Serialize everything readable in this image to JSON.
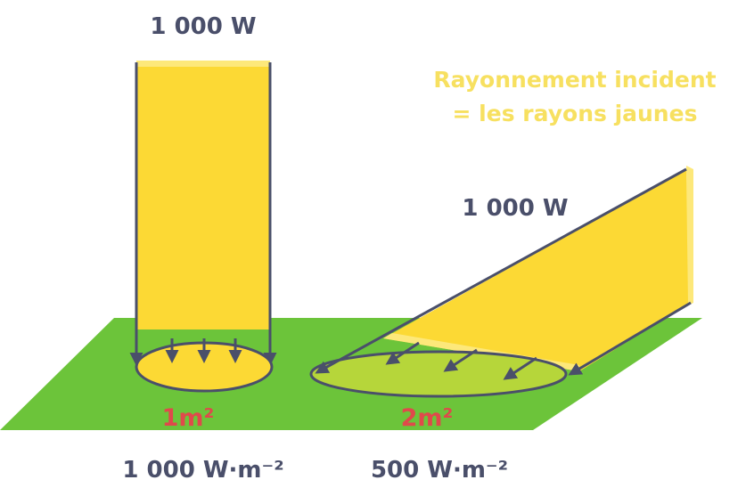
{
  "labels": {
    "power_left": "1 000 W",
    "power_right": "1 000 W",
    "legend_line1": "Rayonnement incident",
    "legend_line2": "= les rayons jaunes",
    "area_left": "1m²",
    "area_right": "2m²",
    "flux_left": "1 000 W·m⁻²",
    "flux_right": "500 W·m⁻²"
  },
  "colors": {
    "ground": "#6cc43a",
    "beam": "#fcd934",
    "beam_edge": "#fde87a",
    "ellipse_left": "#fcd934",
    "ellipse_right": "#b6d63a",
    "outline": "#4a4f6a",
    "area_text": "#e0494b",
    "legend_text": "#f7e060"
  }
}
